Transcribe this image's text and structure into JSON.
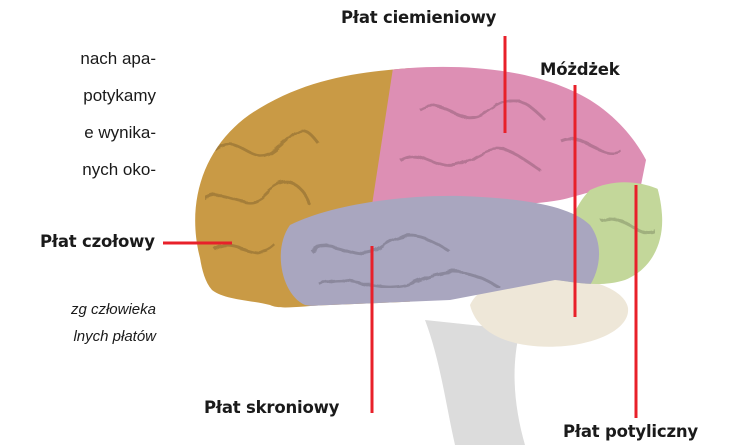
{
  "body_text": [
    "nach apa-",
    "potykamy",
    "e wynika-",
    "nych oko-"
  ],
  "caption": [
    "zg człowieka",
    "lnych płatów"
  ],
  "labels": {
    "parietal": "Płat ciemieniowy",
    "cerebellum": "Móżdżek",
    "frontal": "Płat czołowy",
    "temporal": "Płat skroniowy",
    "occipital": "Płat potyliczny"
  },
  "colors": {
    "leader_line": "#e8202a",
    "frontal_lobe": "#c99a45",
    "parietal_lobe": "#dd8fb4",
    "temporal_lobe": "#a9a6bf",
    "occipital_lobe": "#c3d79a",
    "cerebellum": "#eee7d8",
    "brainstem": "#dcdcdc"
  }
}
